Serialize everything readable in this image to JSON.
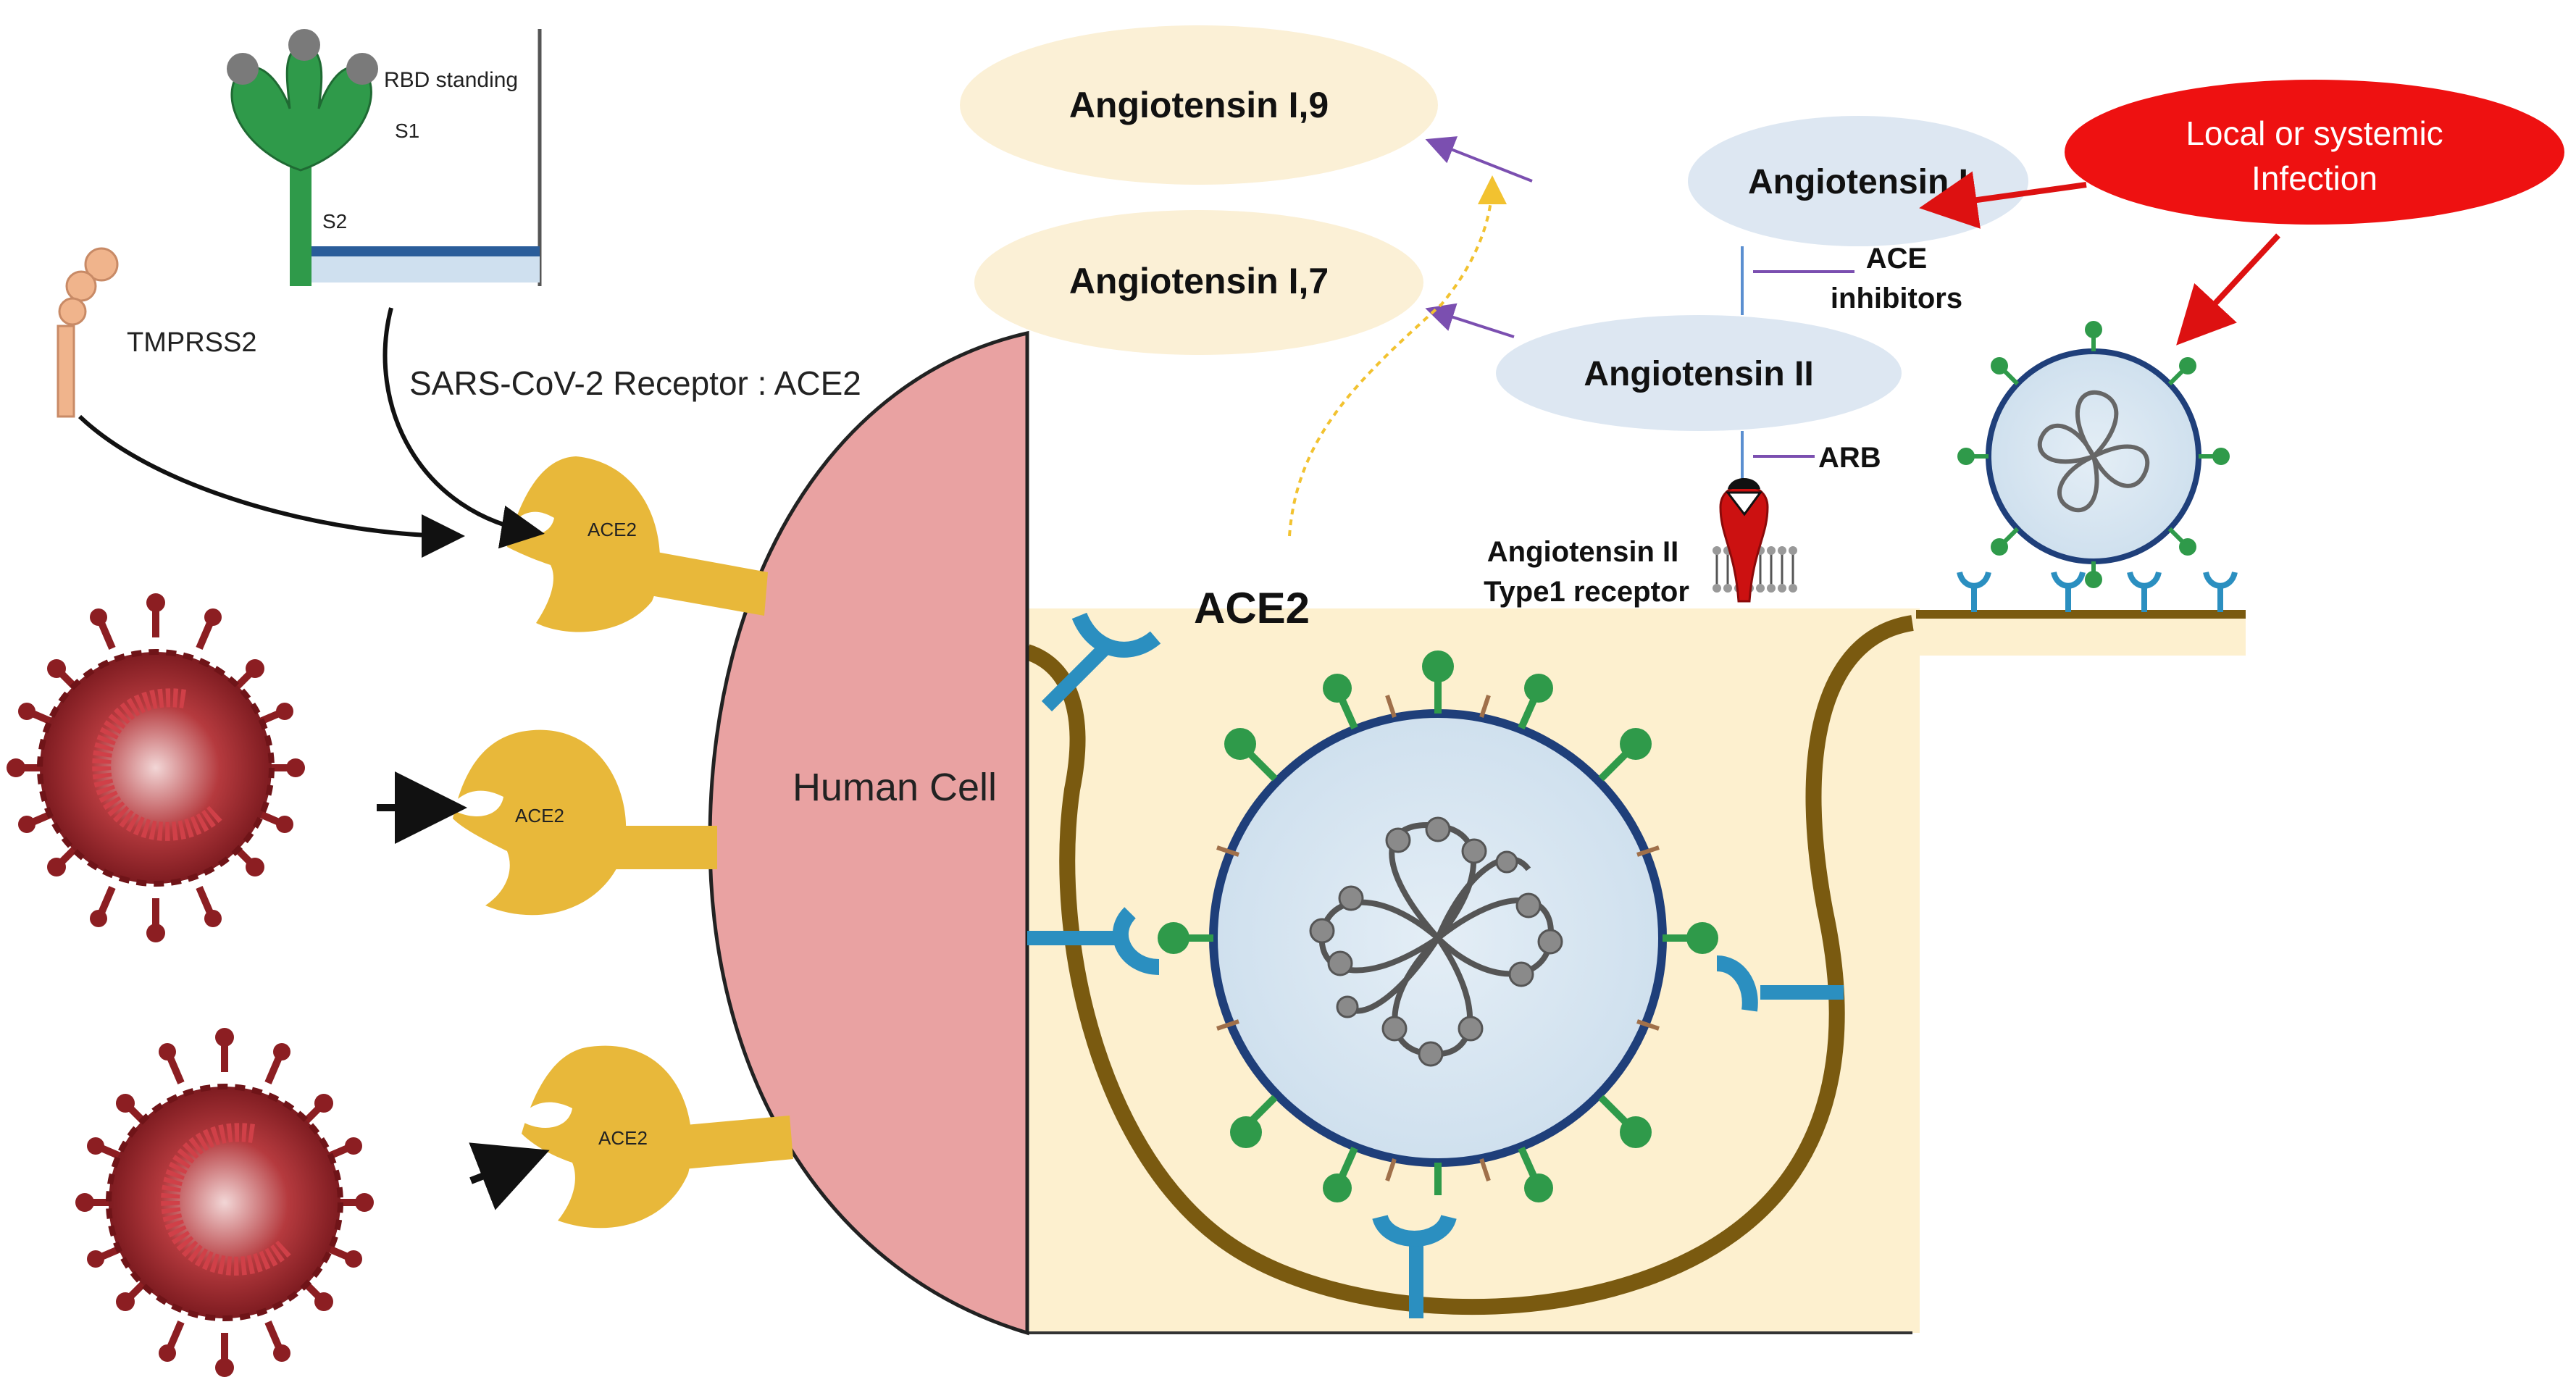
{
  "colors": {
    "ellipse_fill": "#fbf0d6",
    "angiotensin_fill": "#dde7f2",
    "infection_fill": "#ee1111",
    "cell_fill": "#e9a2a2",
    "ace2_receptor": "#e8b83a",
    "membrane_brown": "#7a5a10",
    "cytoplasm": "#fdf0cf",
    "virion_red": "#8c1e22",
    "spike_green": "#2f9a4a",
    "receptor_blue": "#2b8fc0",
    "arrow_purple": "#7b4fb0",
    "arrow_red": "#dd1111",
    "dotted_orange": "#f2c230"
  },
  "labels": {
    "angiotensin_1_9": "Angiotensin I,9",
    "angiotensin_1_7": "Angiotensin I,7",
    "angiotensin_1": "Angiotensin I",
    "angiotensin_2": "Angiotensin II",
    "infection_line1": "Local or systemic",
    "infection_line2": "Infection",
    "ace_inhibitors_line1": "ACE",
    "ace_inhibitors_line2": "inhibitors",
    "arb": "ARB",
    "at1_receptor_line1": "Angiotensin II",
    "at1_receptor_line2": "Type1 receptor",
    "ace2_big": "ACE2",
    "human_cell": "Human Cell",
    "sars_receptor": "SARS-CoV-2 Receptor : ACE2",
    "tmprss2": "TMPRSS2",
    "rbd_standing": "RBD standing",
    "s1": "S1",
    "s2": "S2",
    "ace2_receptor_1": "ACE2",
    "ace2_receptor_2": "ACE2",
    "ace2_receptor_3": "ACE2"
  }
}
